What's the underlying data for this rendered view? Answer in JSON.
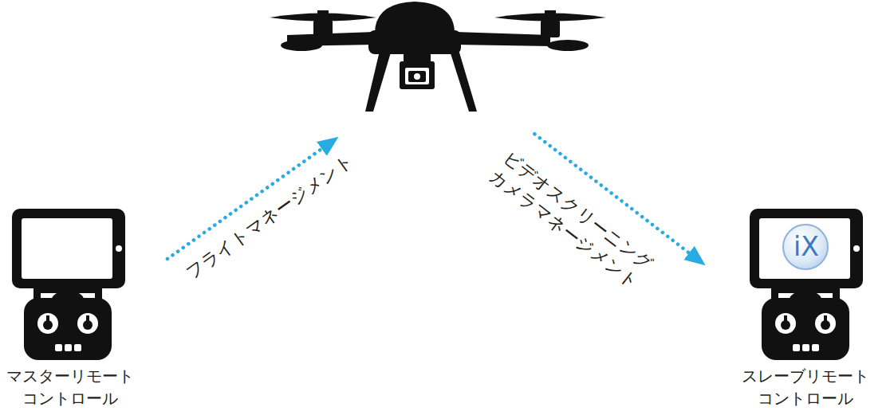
{
  "diagram": {
    "nodes": [
      {
        "text": []
      },
      {
        "text": [
          "マスターリモート コントロール"
        ]
      },
      {
        "text": [
          "スレーブリモート コントロール"
        ]
      }
    ],
    "edges": [
      {
        "from": 1,
        "to": 0,
        "arrow": "to",
        "label": "フライトマネージメント"
      },
      {
        "from": 0,
        "to": 2,
        "arrow": "to",
        "label": "ビデオスクリーニング カメラマネージメント"
      }
    ],
    "labels": [
      "iX"
    ]
  }
}
